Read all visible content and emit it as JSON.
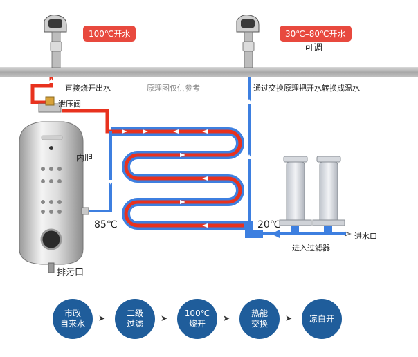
{
  "labels": {
    "hot_badge": "100℃开水",
    "warm_badge": "30℃–80℃开水",
    "adjustable": "可调",
    "direct_boil": "直接烧开出水",
    "principle_note": "原理图仅供参考",
    "exchange_note": "通过交换原理把开水转换成温水",
    "relief_valve": "泄压阀",
    "inner_tank": "内胆",
    "temp_85": "85℃",
    "temp_20": "20℃",
    "inlet": "进水口",
    "into_filter": "进入过滤器",
    "drain": "排污口"
  },
  "flow": {
    "steps": [
      {
        "label": "市政\n自来水"
      },
      {
        "label": "二级\n过滤"
      },
      {
        "label": "100℃\n烧开"
      },
      {
        "label": "热能\n交换"
      },
      {
        "label": "凉白开"
      }
    ],
    "arrow_glyph": "➤"
  },
  "colors": {
    "hot_pipe": "#e8321e",
    "cold_pipe": "#3d7fe0",
    "main_pipe": "#b5b5b5",
    "step_circle": "#1f5d9b",
    "badge": "#e8493e"
  }
}
